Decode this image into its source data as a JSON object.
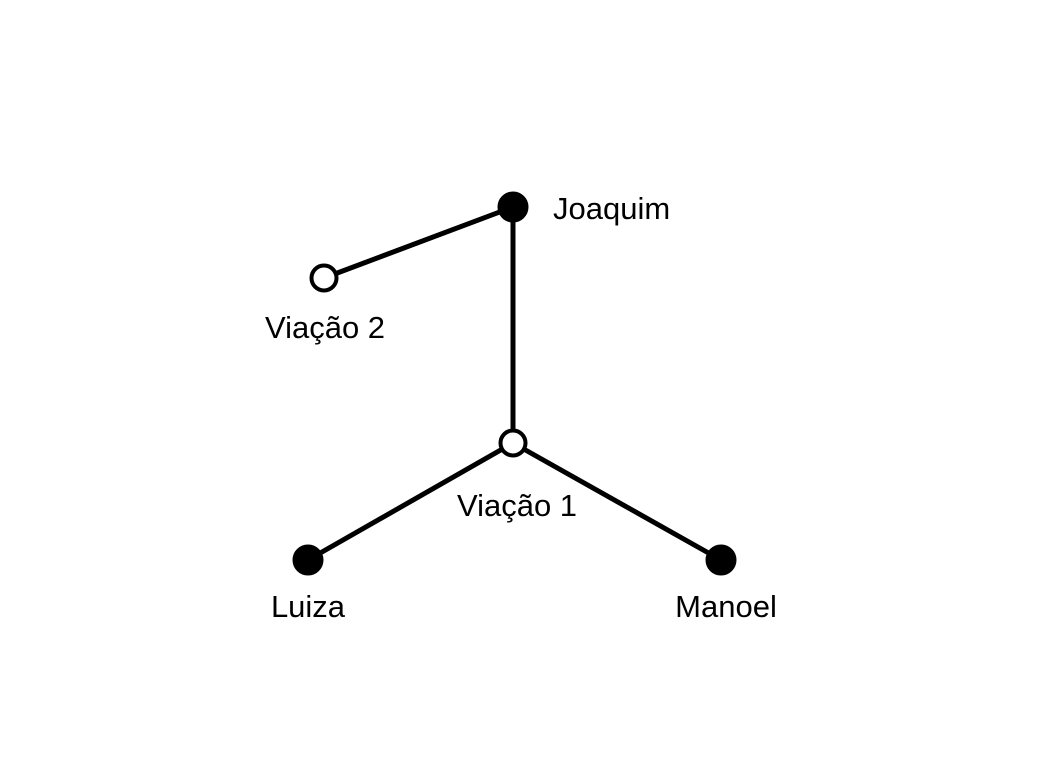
{
  "nodes": [
    {
      "id": "joaquim",
      "label": "Joaquim",
      "type": "person",
      "style": "filled"
    },
    {
      "id": "viacao2",
      "label": "Viação 2",
      "type": "company",
      "style": "open"
    },
    {
      "id": "viacao1",
      "label": "Viação 1",
      "type": "company",
      "style": "open"
    },
    {
      "id": "luiza",
      "label": "Luiza",
      "type": "person",
      "style": "filled"
    },
    {
      "id": "manoel",
      "label": "Manoel",
      "type": "person",
      "style": "filled"
    }
  ],
  "edges": [
    {
      "from": "joaquim",
      "to": "viacao2"
    },
    {
      "from": "joaquim",
      "to": "viacao1"
    },
    {
      "from": "viacao1",
      "to": "luiza"
    },
    {
      "from": "viacao1",
      "to": "manoel"
    }
  ],
  "colors": {
    "line": "#000000",
    "filled_node": "#000000",
    "open_node_fill": "#ffffff",
    "background": "#ffffff"
  }
}
